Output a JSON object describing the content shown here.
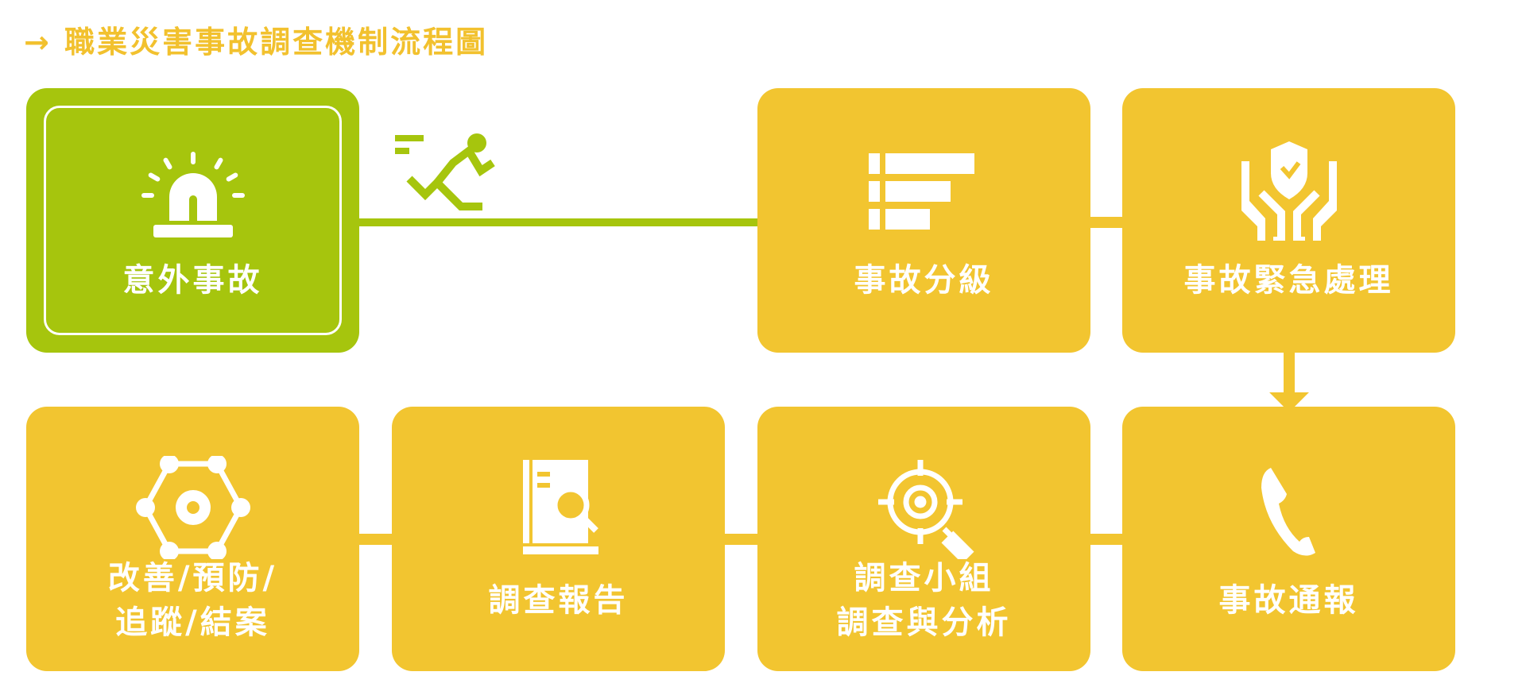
{
  "title": "→ 職業災害事故調查機制流程圖",
  "steps": [
    {
      "label": "意外事故",
      "icon": "siren-icon"
    },
    {
      "label": "事故分級",
      "icon": "list-icon"
    },
    {
      "label": "事故緊急處理",
      "icon": "hands-shield-icon"
    },
    {
      "label": "事故通報",
      "icon": "phone-icon"
    },
    {
      "label": "調查小組",
      "label2": "調查與分析",
      "icon": "target-search-icon"
    },
    {
      "label": "調查報告",
      "icon": "report-book-icon"
    },
    {
      "label": "改善/預防/",
      "label2": "追蹤/結案",
      "icon": "gear-network-icon"
    }
  ],
  "colors": {
    "green": "#a6c50d",
    "yellow": "#f2c530"
  }
}
